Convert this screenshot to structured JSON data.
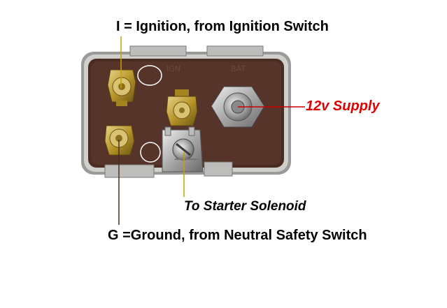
{
  "labels": {
    "ignition": "I = Ignition, from Ignition Switch",
    "supply": "12v Supply",
    "starter": "To Starter Solenoid",
    "ground": "G =Ground, from Neutral Safety Switch"
  },
  "colors": {
    "supply_text": "#dd0000",
    "supply_leader": "#cc0000",
    "ignition_leader": "#c8a000",
    "starter_leader": "#c8a000",
    "ground_leader": "#4a3018",
    "housing_body": "#4a2c22",
    "brass_terminal": "#b8962a",
    "steel": "#a8a8a8"
  }
}
